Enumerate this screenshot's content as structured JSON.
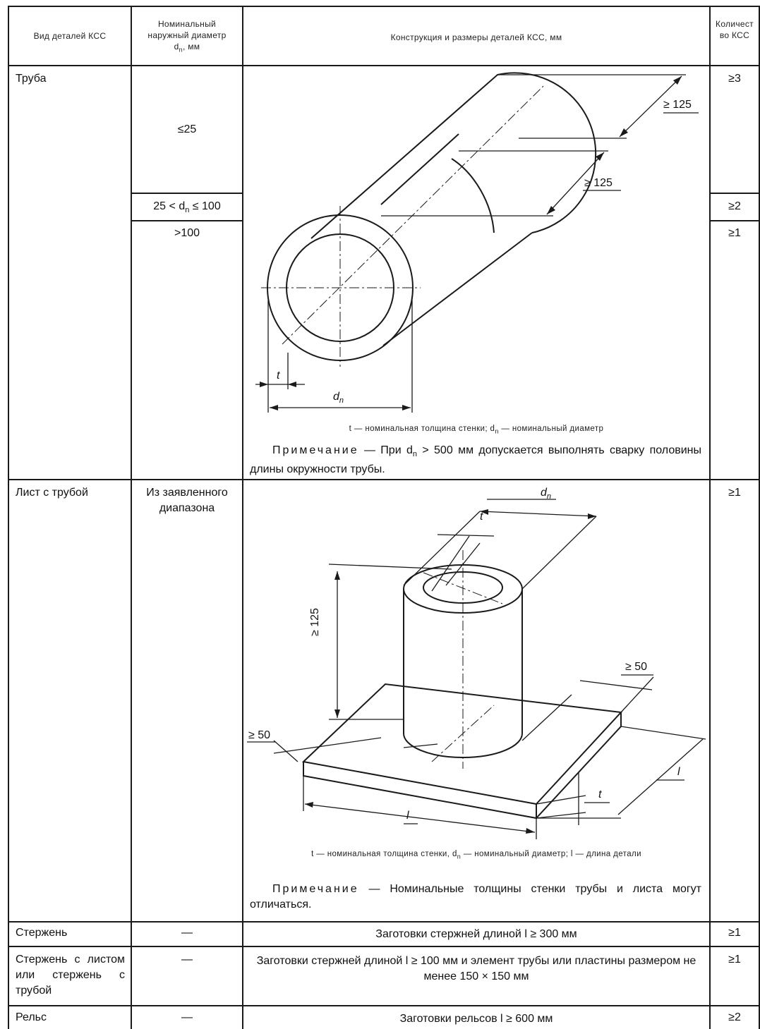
{
  "header": {
    "col1": "Вид деталей КСС",
    "col2": "Номинальный наружный диаметр d",
    "col2_sub": "n",
    "col2_unit": ", мм",
    "col3": "Конструкция и размеры деталей КСС, мм",
    "col4": "Количество КСС"
  },
  "rows": {
    "pipe": {
      "name": "Труба",
      "diam1": "≤25",
      "diam2_pre": "25 < d",
      "diam2_sub": "n",
      "diam2_post": " ≤ 100",
      "diam3": ">100",
      "qty1": "≥3",
      "qty2": "≥2",
      "qty3": "≥1",
      "dim_outer": "≥ 125",
      "dim_inner": "≥ 125",
      "dim_t": "t",
      "dim_d": "d",
      "dim_d_sub": "n",
      "caption": "t — номинальная толщина стенки; d",
      "caption_sub": "n",
      "caption_post": " — номинальный диаметр",
      "note_label": "Примечание",
      "note_text": " — При d",
      "note_sub": "n",
      "note_post": " > 500 мм допускается выполнять сварку половины длины окружности трубы."
    },
    "plate": {
      "name": "Лист с трубой",
      "diam": "Из заявленного диапазона",
      "qty": "≥1",
      "dim_d": "d",
      "dim_d_sub": "n",
      "dim_t_top": "t",
      "dim_height": "≥ 125",
      "dim_50_right": "≥ 50",
      "dim_50_left": "≥ 50",
      "dim_l_right": "l",
      "dim_t_plate": "t",
      "dim_l_bottom": "l",
      "caption": "t — номинальная толщина стенки, d",
      "caption_sub": "n",
      "caption_post": " — номинальный диаметр; l — длина детали",
      "note_label": "Примечание",
      "note_text": " — Номинальные толщины стенки трубы и листа могут отличаться."
    },
    "rod": {
      "name": "Стержень",
      "diam": "—",
      "desc": "Заготовки стержней длиной l ≥ 300 мм",
      "qty": "≥1"
    },
    "rod_plate": {
      "name": "Стержень с листом или стержень с трубой",
      "diam": "—",
      "desc": "Заготовки стержней длиной l ≥ 100 мм и элемент трубы или пластины размером не менее 150 × 150 мм",
      "qty": "≥1"
    },
    "rail": {
      "name": "Рельс",
      "diam": "—",
      "desc": "Заготовки рельсов l ≥ 600 мм",
      "qty": "≥2"
    }
  }
}
